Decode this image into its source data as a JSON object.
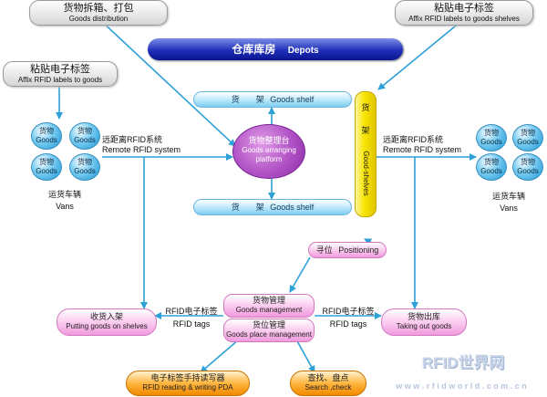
{
  "callouts": {
    "goods_distribution": {
      "zh": "货物拆箱、打包",
      "en": "Goods distribution"
    },
    "affix_shelves": {
      "zh": "粘贴电子标签",
      "en": "Affix RFID labels to goods shelves"
    },
    "affix_goods": {
      "zh": "粘贴电子标签",
      "en": "Affix RFID labels to goods"
    }
  },
  "depots": {
    "zh": "仓库库房",
    "en": "Depots"
  },
  "shelf_top": {
    "zh": "货　　架",
    "en": "Goods shelf"
  },
  "shelf_bottom": {
    "zh": "货　　架",
    "en": "Goods shelf"
  },
  "vertical_shelf": {
    "zh1": "货",
    "zh2": "架",
    "en": "Good-shelves"
  },
  "hub": {
    "zh": "货物整理台",
    "en1": "Goods arranging",
    "en2": "platform"
  },
  "left_vans": {
    "goods": [
      {
        "zh": "货物",
        "en": "Goods"
      },
      {
        "zh": "货物",
        "en": "Goods"
      },
      {
        "zh": "货物",
        "en": "Goods"
      },
      {
        "zh": "货物",
        "en": "Goods"
      }
    ],
    "zh": "运货车辆",
    "en": "Vans"
  },
  "right_vans": {
    "goods": [
      {
        "zh": "货物",
        "en": "Goods"
      },
      {
        "zh": "货物",
        "en": "Goods"
      },
      {
        "zh": "货物",
        "en": "Goods"
      },
      {
        "zh": "货物",
        "en": "Goods"
      }
    ],
    "zh": "运货车辆",
    "en": "Vans"
  },
  "remote_left": {
    "zh": "远距离RFID系统",
    "en": "Remote RFID system"
  },
  "remote_right": {
    "zh": "远距离RFID系统",
    "en": "Remote RFID system"
  },
  "positioning": {
    "zh": "寻位",
    "en": "Positioning"
  },
  "putting": {
    "zh": "收货入架",
    "en": "Putting goods on shelves"
  },
  "taking": {
    "zh": "货物出库",
    "en": "Taking out goods"
  },
  "tags_left": {
    "zh": "RFID电子标签",
    "en": "RFID tags"
  },
  "tags_right": {
    "zh": "RFID电子标签",
    "en": "RFID tags"
  },
  "goods_mgmt": {
    "zh": "货物管理",
    "en": "Goods management"
  },
  "place_mgmt": {
    "zh": "货位管理",
    "en": "Goods place management"
  },
  "pda": {
    "zh": "电子标签手持读写器",
    "en": "RFID reading & writing PDA"
  },
  "search": {
    "zh": "查找、盘点",
    "en": "Search ,check"
  },
  "watermark": {
    "logo": "RFID世界网",
    "url": "w w w . r f i d w o r l d . c o m . c n"
  },
  "colors": {
    "line": "#2ea0d8",
    "depots_blue": "#1f2fb8",
    "shelf_yellow": "#f7e400",
    "hub_purple": "#b052c5",
    "pink": "#f19ade",
    "orange": "#ffb53f"
  }
}
